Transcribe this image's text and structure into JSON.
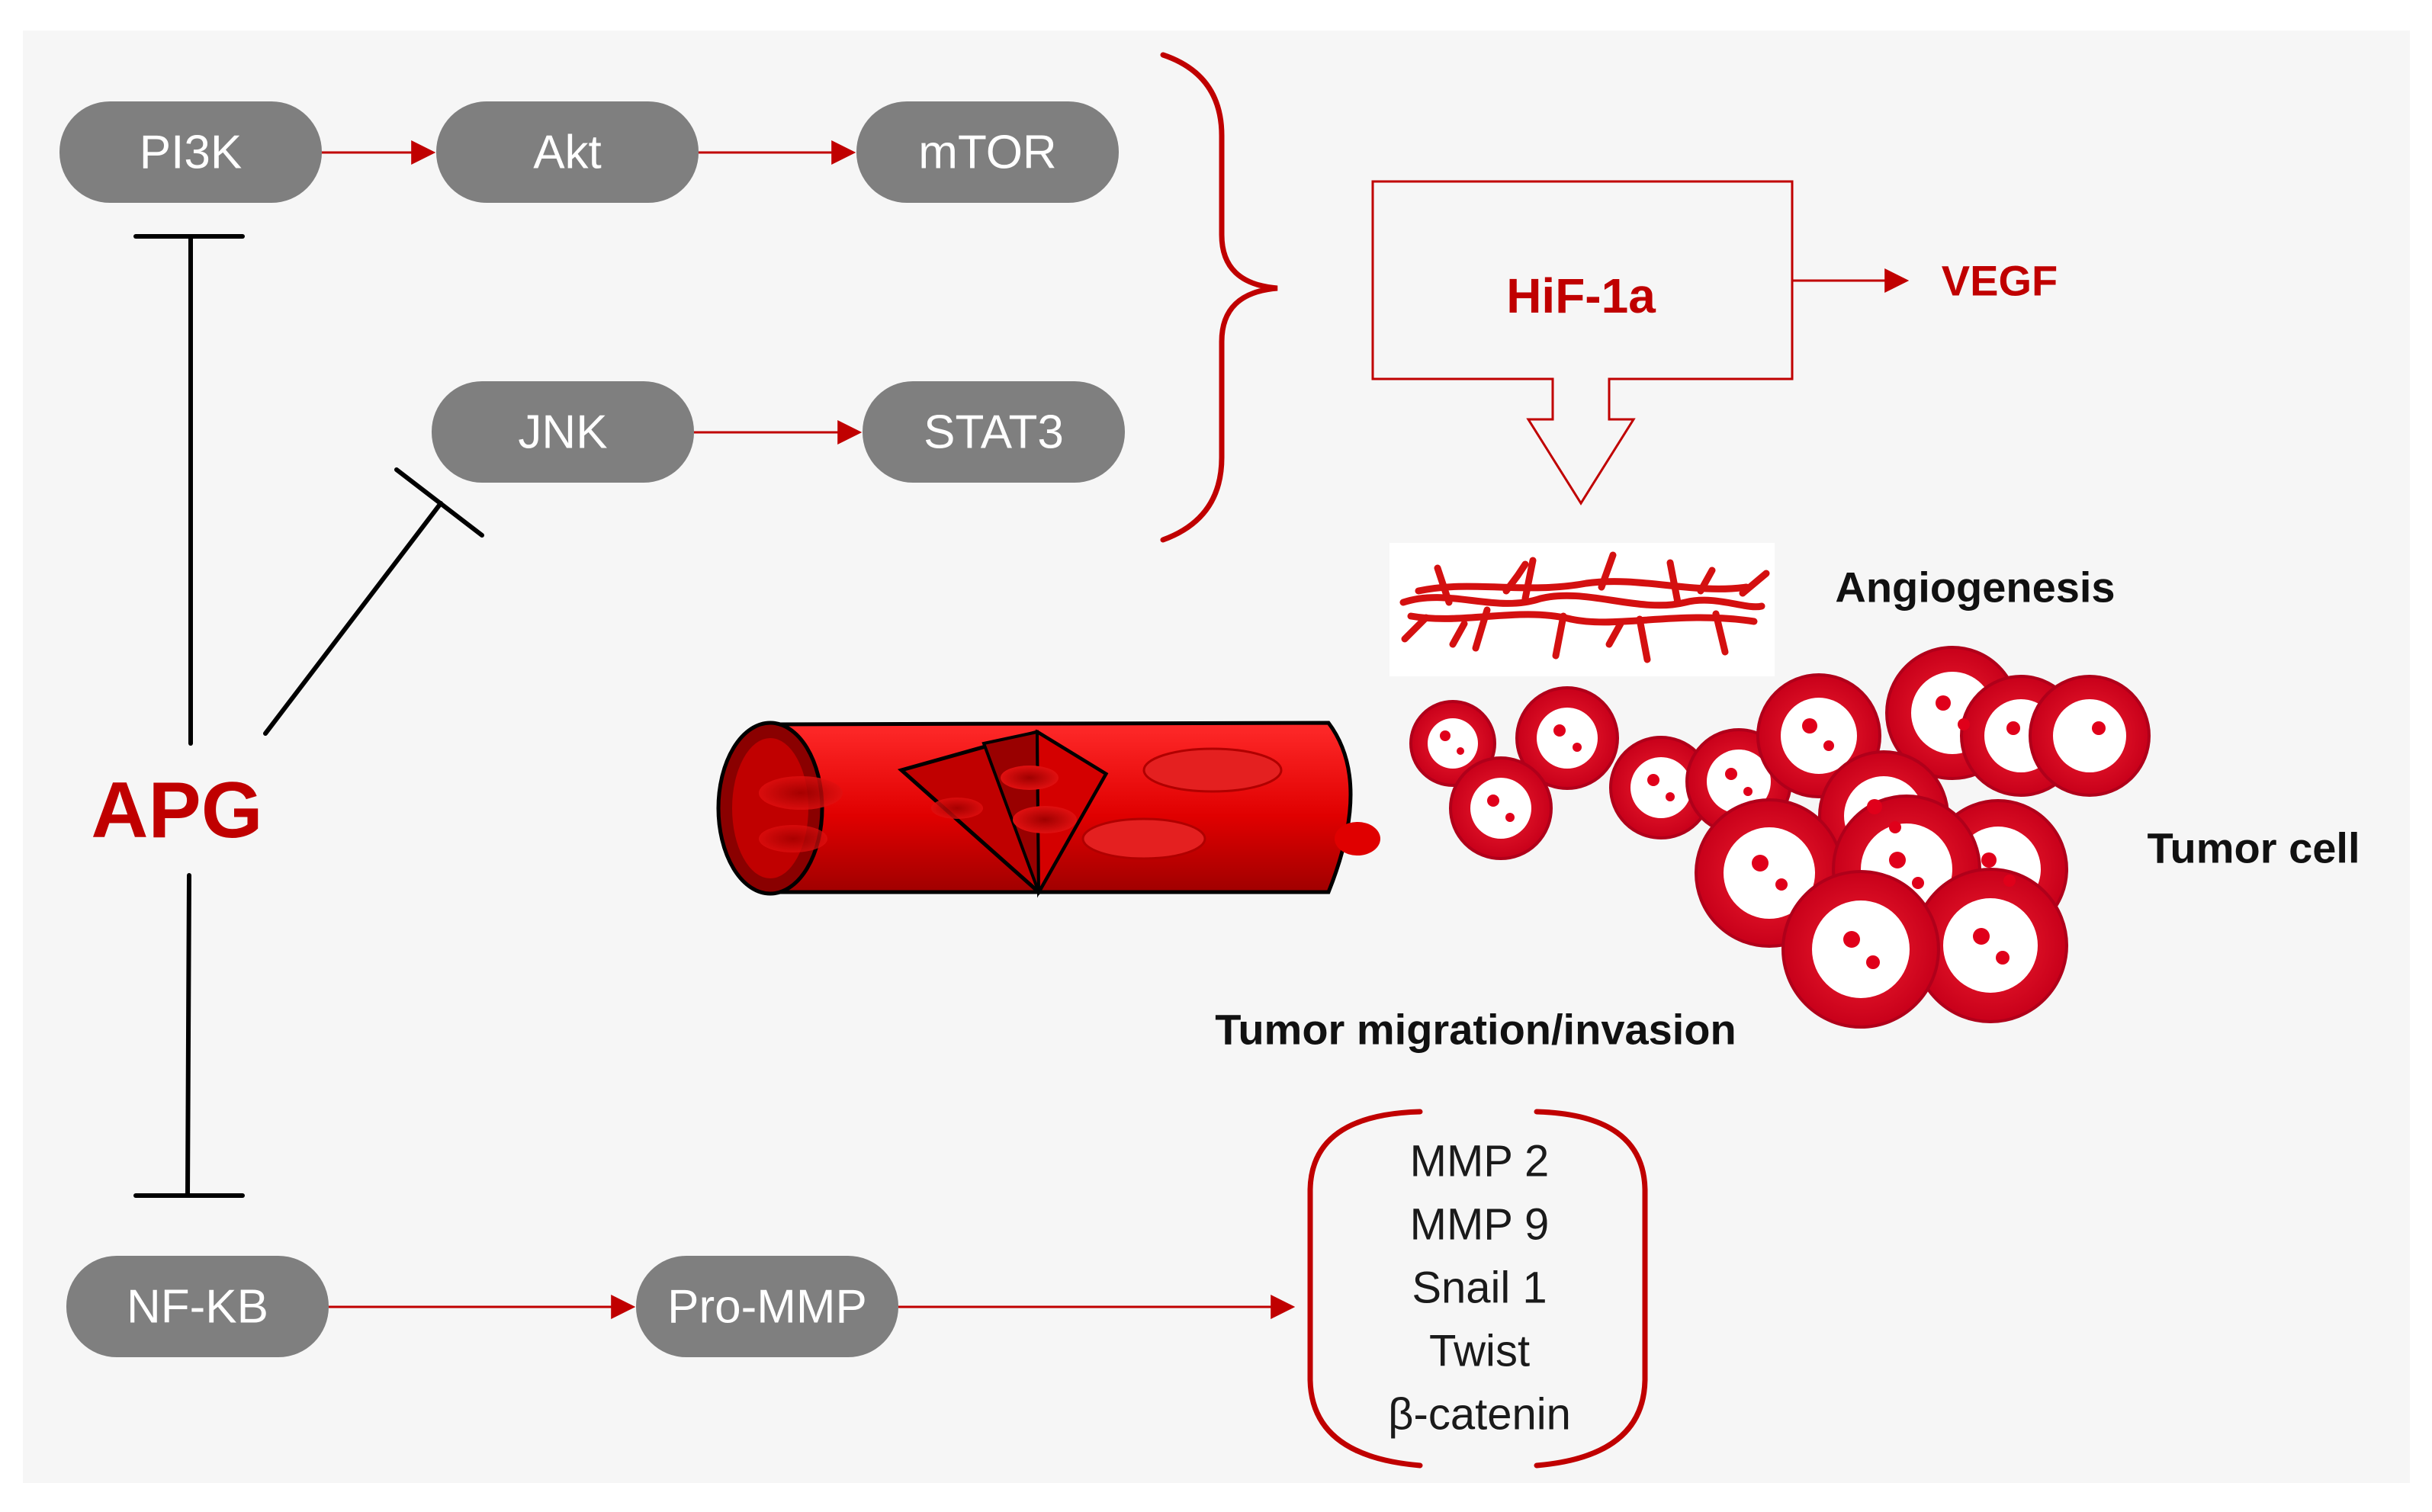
{
  "colors": {
    "node_fill": "#7f7f7f",
    "activation": "#c00000",
    "inhibition": "#000000",
    "background": "#f6f6f6",
    "vessel": "#e00000"
  },
  "nodes": {
    "pi3k": "PI3K",
    "akt": "Akt",
    "mtor": "mTOR",
    "jnk": "JNK",
    "stat3": "STAT3",
    "nfkb": "NF-KB",
    "pro_mmp": "Pro-MMP"
  },
  "drug": {
    "label": "APG"
  },
  "hif": {
    "label": "HiF-1a"
  },
  "vegf": {
    "label": "VEGF"
  },
  "captions": {
    "angiogenesis": "Angiogenesis",
    "tumor_cell": "Tumor cell",
    "migration": "Tumor migration/invasion"
  },
  "factors": [
    "MMP 2",
    "MMP 9",
    "Snail 1",
    "Twist",
    "β-catenin"
  ],
  "icons": {
    "angiogenesis": "blood-vessel-network-icon",
    "vessel": "blood-vessel-cut-icon",
    "tumor": "tumor-cell-cluster-icon"
  }
}
